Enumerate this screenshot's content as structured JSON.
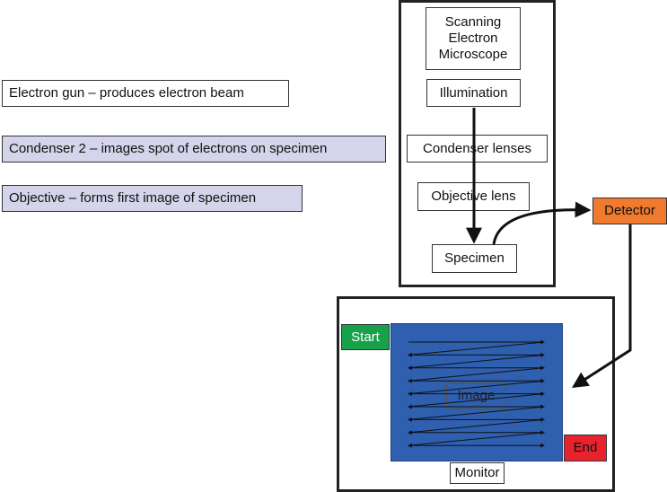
{
  "legend": {
    "electron_gun": "Electron gun – produces electron beam",
    "condenser": "Condenser 2 – images spot of electrons on specimen",
    "objective": "Objective – forms first image of specimen"
  },
  "microscope": {
    "title": "Scanning Electron Microscope",
    "illumination": "Illumination",
    "condenser": "Condenser lenses",
    "objective": "Objective lens",
    "specimen": "Specimen"
  },
  "detector": "Detector",
  "monitor": {
    "label": "Monitor",
    "start": "Start",
    "end": "End",
    "image": "Image",
    "scan_lines": 9
  },
  "colors": {
    "legend_highlight": "#d4d4ea",
    "detector": "#f07a2e",
    "start": "#18a14a",
    "end": "#e8232d",
    "screen": "#2f5faf"
  }
}
